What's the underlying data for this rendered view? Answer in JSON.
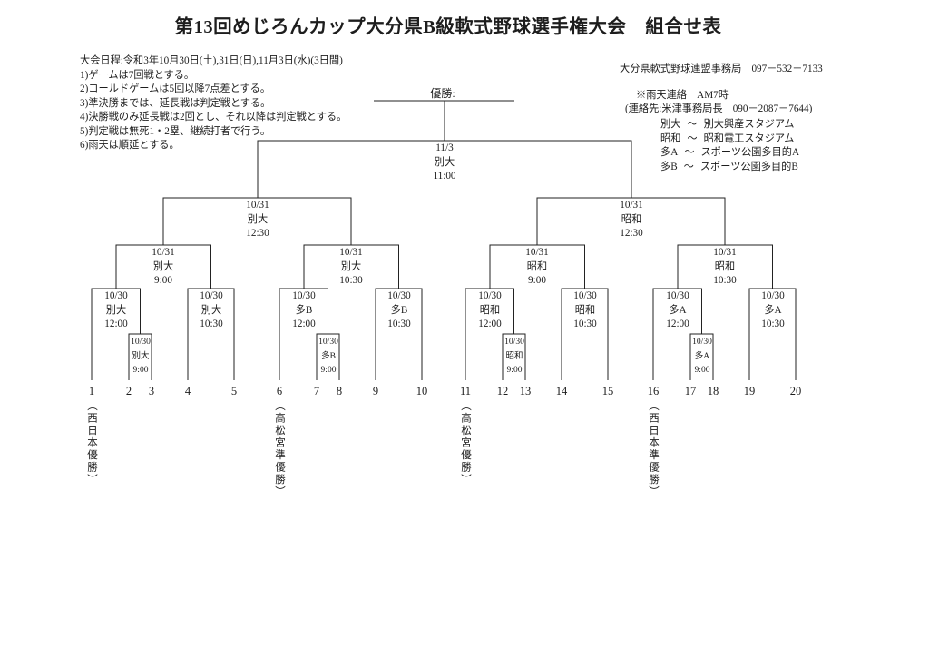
{
  "title": "第13回めじろんカップ大分県B級軟式野球選手権大会　組合せ表",
  "rules": [
    "大会日程:令和3年10月30日(土),31日(日),11月3日(水)(3日間)",
    "1)ゲームは7回戦とする。",
    "2)コールドゲームは5回以降7点差とする。",
    "3)準決勝までは、延長戦は判定戦とする。",
    "4)決勝戦のみ延長戦は2回とし、それ以降は判定戦とする。",
    "5)判定戦は無死1・2塁、継続打者で行う。",
    "6)雨天は順延とする。"
  ],
  "contact": {
    "office": "大分県軟式野球連盟事務局　097－532－7133",
    "rain_notice": "※雨天連絡　AM7時",
    "rain_contact": "(連絡先:米津事務局長　090－2087－7644)",
    "tilde": "～",
    "venues": [
      {
        "abbr": "別大",
        "name": "別大興産スタジアム"
      },
      {
        "abbr": "昭和",
        "name": "昭和電工スタジアム"
      },
      {
        "abbr": "多A",
        "name": "スポーツ公園多目的A"
      },
      {
        "abbr": "多B",
        "name": "スポーツ公園多目的B"
      }
    ]
  },
  "champion_label": "優勝:",
  "matches": {
    "final": {
      "date": "11/3",
      "venue": "別大",
      "time": "11:00"
    },
    "semifinals": [
      {
        "date": "10/31",
        "venue": "別大",
        "time": "12:30"
      },
      {
        "date": "10/31",
        "venue": "昭和",
        "time": "12:30"
      }
    ],
    "quarterfinals": [
      {
        "date": "10/31",
        "venue": "別大",
        "time": "9:00"
      },
      {
        "date": "10/31",
        "venue": "別大",
        "time": "10:30"
      },
      {
        "date": "10/31",
        "venue": "昭和",
        "time": "9:00"
      },
      {
        "date": "10/31",
        "venue": "昭和",
        "time": "10:30"
      }
    ],
    "round1": [
      {
        "date": "10/30",
        "venue": "別大",
        "time": "12:00"
      },
      {
        "date": "10/30",
        "venue": "別大",
        "time": "10:30"
      },
      {
        "date": "10/30",
        "venue": "多B",
        "time": "12:00"
      },
      {
        "date": "10/30",
        "venue": "多B",
        "time": "10:30"
      },
      {
        "date": "10/30",
        "venue": "昭和",
        "time": "12:00"
      },
      {
        "date": "10/30",
        "venue": "昭和",
        "time": "10:30"
      },
      {
        "date": "10/30",
        "venue": "多A",
        "time": "12:00"
      },
      {
        "date": "10/30",
        "venue": "多A",
        "time": "10:30"
      }
    ],
    "playin": [
      {
        "date": "10/30",
        "venue": "別大",
        "time": "9:00"
      },
      {
        "date": "10/30",
        "venue": "多B",
        "time": "9:00"
      },
      {
        "date": "10/30",
        "venue": "昭和",
        "time": "9:00"
      },
      {
        "date": "10/30",
        "venue": "多A",
        "time": "9:00"
      }
    ]
  },
  "teams": [
    "1",
    "2",
    "3",
    "4",
    "5",
    "6",
    "7",
    "8",
    "9",
    "10",
    "11",
    "12",
    "13",
    "14",
    "15",
    "16",
    "17",
    "18",
    "19",
    "20"
  ],
  "seed_labels": [
    {
      "team": "1",
      "label": "（西日本優勝）"
    },
    {
      "team": "6",
      "label": "（高松宮準優勝）"
    },
    {
      "team": "11",
      "label": "（高松宮優勝）"
    },
    {
      "team": "16",
      "label": "（西日本準優勝）"
    }
  ]
}
